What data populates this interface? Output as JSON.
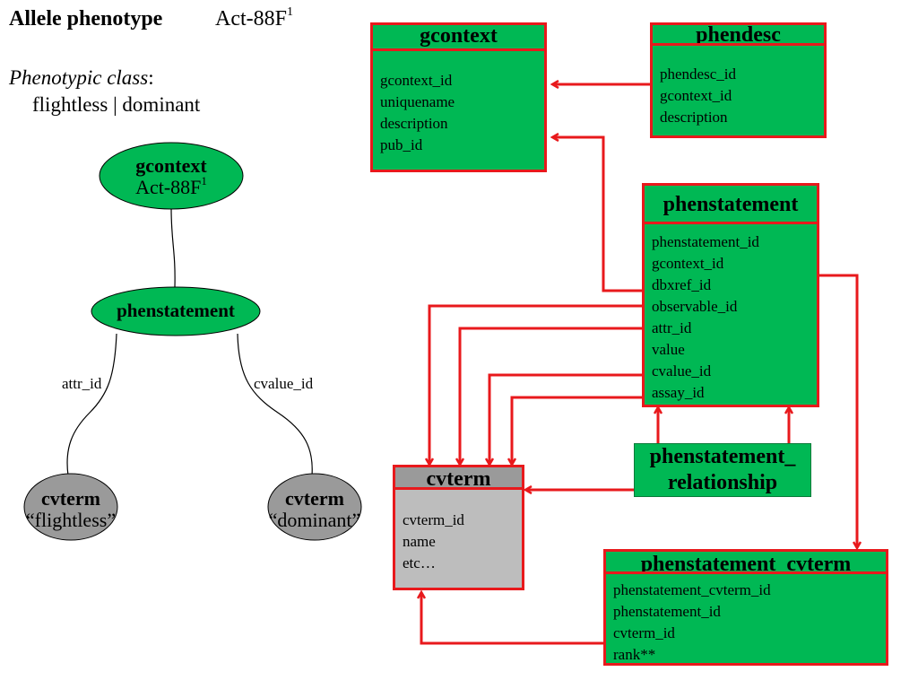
{
  "header": {
    "title": "Allele phenotype",
    "allele_base": "Act-88F",
    "allele_sup": "1",
    "class_label": "Phenotypic class",
    "class_colon": ":",
    "class_values": "flightless | dominant"
  },
  "graph": {
    "gcontext": {
      "name": "gcontext",
      "value_base": "Act-88F",
      "value_sup": "1"
    },
    "phenstatement": {
      "name": "phenstatement"
    },
    "edge_left": "attr_id",
    "edge_right": "cvalue_id",
    "cvterm_left": {
      "name": "cvterm",
      "value": "“flightless”"
    },
    "cvterm_right": {
      "name": "cvterm",
      "value": "“dominant”"
    }
  },
  "schema": {
    "gcontext": {
      "title": "gcontext",
      "fields": [
        "gcontext_id",
        "uniquename",
        "description",
        "pub_id"
      ]
    },
    "phendesc": {
      "title": "phendesc",
      "fields": [
        "phendesc_id",
        "gcontext_id",
        "description"
      ]
    },
    "phenstatement": {
      "title": "phenstatement",
      "fields": [
        "phenstatement_id",
        "gcontext_id",
        "dbxref_id",
        "observable_id",
        "attr_id",
        "value",
        "cvalue_id",
        "assay_id"
      ]
    },
    "cvterm": {
      "title": "cvterm",
      "fields": [
        "cvterm_id",
        "name",
        "etc…"
      ]
    },
    "phenstatement_relationship": {
      "line1": "phenstatement_",
      "line2": "relationship"
    },
    "phenstatement_cvterm": {
      "title": "phenstatement_cvterm",
      "fields": [
        "phenstatement_cvterm_id",
        "phenstatement_id",
        "cvterm_id",
        "rank**"
      ]
    }
  },
  "colors": {
    "table_fill": "#00b854",
    "cvterm_fill": "#bdbdbd",
    "border_red": "#e8191c",
    "node_green": "#00b854",
    "node_gray": "#9a9a9a"
  }
}
